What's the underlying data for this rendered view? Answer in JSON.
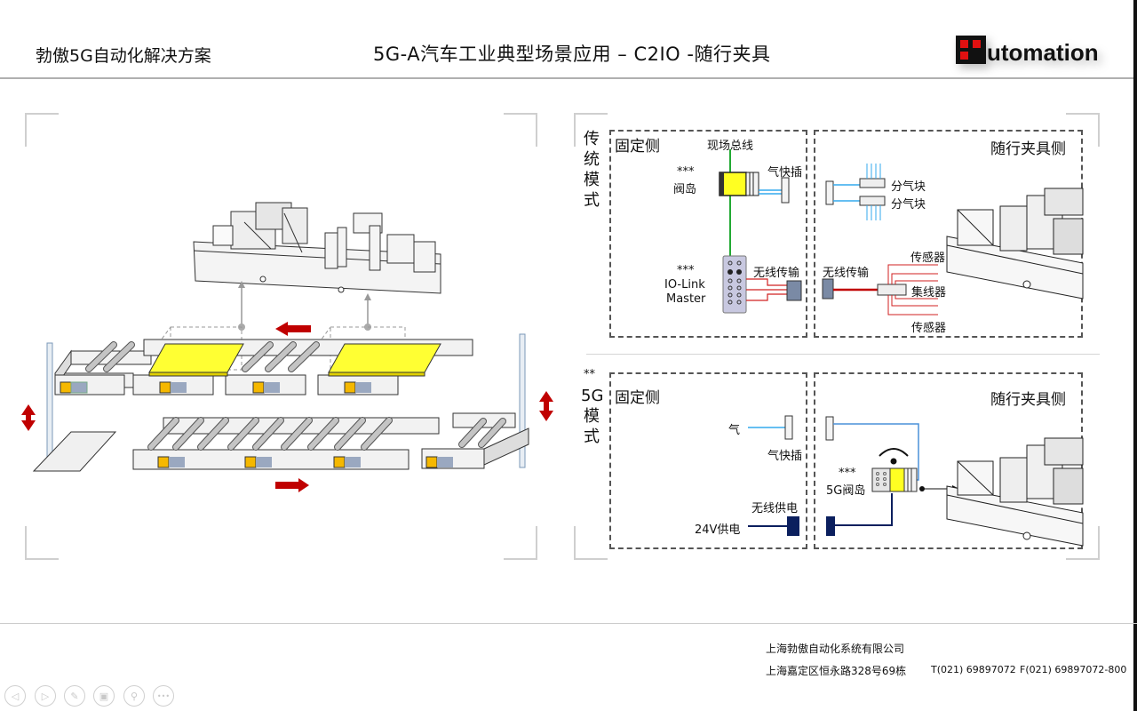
{
  "header": {
    "company_tag": "勃傲5G自动化解决方案",
    "title": "5G-A汽车工业典型场景应用 – C2IO -随行夹具",
    "logo_text": "utomation",
    "logo_icon": "automation-logo-icon"
  },
  "traditional": {
    "mode_label": [
      "传",
      "统",
      "模",
      "式"
    ],
    "fixed_side": {
      "title": "固定侧",
      "fieldbus": "现场总线",
      "valve_island_note": "***",
      "valve_island": "阀岛",
      "quick_plug": "气快插",
      "iolink_note": "***",
      "iolink_line1": "IO-Link",
      "iolink_line2": "Master",
      "wireless_tx": "无线传输"
    },
    "fixture_side": {
      "title": "随行夹具侧",
      "manifold_1": "分气块",
      "manifold_2": "分气块",
      "wireless_tx": "无线传输",
      "sensor_top": "传感器",
      "hub": "集线器",
      "sensor_bottom": "传感器"
    }
  },
  "fiveg": {
    "mode_note": "**",
    "mode_label": [
      "5G",
      "模",
      "式"
    ],
    "fixed_side": {
      "title": "固定侧",
      "air": "气",
      "quick_plug": "气快插",
      "wireless_power": "无线供电",
      "power_24v": "24V供电"
    },
    "fixture_side": {
      "title": "随行夹具侧",
      "valve_note": "***",
      "valve_island": "5G阀岛"
    }
  },
  "colors": {
    "yellow": "#ffff22",
    "red_arrow": "#c00000",
    "green_bus": "#22aa33",
    "air_blue": "#33aaee",
    "power_navy": "#0b1f5e",
    "sensor_red": "#d02020",
    "wireless_grey": "#7a8aa5"
  },
  "footer": {
    "company": "上海勃傲自动化系统有限公司",
    "address": "上海嘉定区恒永路328号69栋",
    "phone": "T(021) 69897072",
    "fax": "F(021) 69897072-800"
  },
  "nav": [
    {
      "name": "previous-slide-button",
      "glyph": "◁"
    },
    {
      "name": "next-slide-button",
      "glyph": "▷"
    },
    {
      "name": "pen-tool-button",
      "glyph": "✎"
    },
    {
      "name": "slides-overview-button",
      "glyph": "▣"
    },
    {
      "name": "zoom-button",
      "glyph": "⚲"
    },
    {
      "name": "more-options-button",
      "glyph": "•••"
    }
  ]
}
